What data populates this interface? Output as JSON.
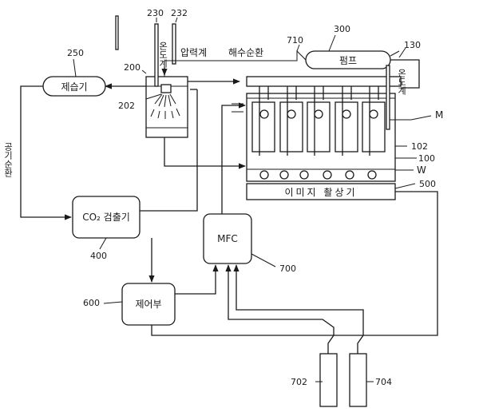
{
  "diagram": {
    "boxes": {
      "pump": "펌프",
      "dehumidifier": "제습기",
      "co2_detector": "CO₂ 검출기",
      "mfc": "MFC",
      "controller": "제어부",
      "camera": "이미지 촬상기"
    },
    "labels": {
      "thermometer_left": "온도계",
      "pressure_gauge": "압력계",
      "seawater_circulation": "해수순환",
      "thermometer_right": "온도계",
      "air_circulation": "공기순환",
      "marker_M": "M",
      "marker_W": "W"
    },
    "refs": {
      "r230": "230",
      "r232": "232",
      "r300": "300",
      "r710": "710",
      "r130": "130",
      "r250": "250",
      "r200": "200",
      "r202": "202",
      "r102": "102",
      "r100": "100",
      "r500": "500",
      "r400": "400",
      "r700": "700",
      "r600": "600",
      "r702": "702",
      "r704": "704"
    }
  }
}
